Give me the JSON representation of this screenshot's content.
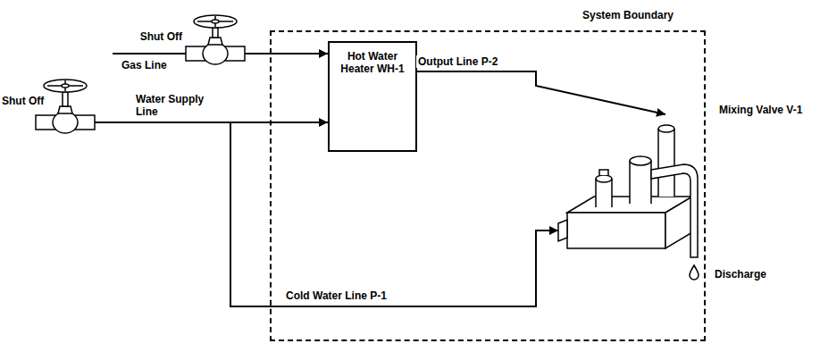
{
  "diagram": {
    "nodes": [
      {
        "text": [
          "Shut Off"
        ]
      },
      {
        "text": [
          "Shut Off"
        ]
      },
      {
        "text": [
          "System Boundary"
        ]
      },
      {
        "text": [
          "Hot Water Heater WH-1"
        ],
        "in": 2
      },
      {
        "text": [
          "Mixing Valve V-1"
        ],
        "in": 2
      }
    ],
    "edges": [
      {
        "from": 0,
        "to": 3,
        "arrow": "to"
      },
      {
        "from": 1,
        "to": 3,
        "arrow": "to",
        "label": "Water Supply Line"
      },
      {
        "from": 1,
        "to": 4,
        "arrow": "to",
        "label": "Cold Water Line P-1"
      },
      {
        "from": 3,
        "to": 4,
        "arrow": "to",
        "label": "Output Line P-2"
      }
    ],
    "labels": [
      "Gas Line",
      "Discharge"
    ]
  }
}
